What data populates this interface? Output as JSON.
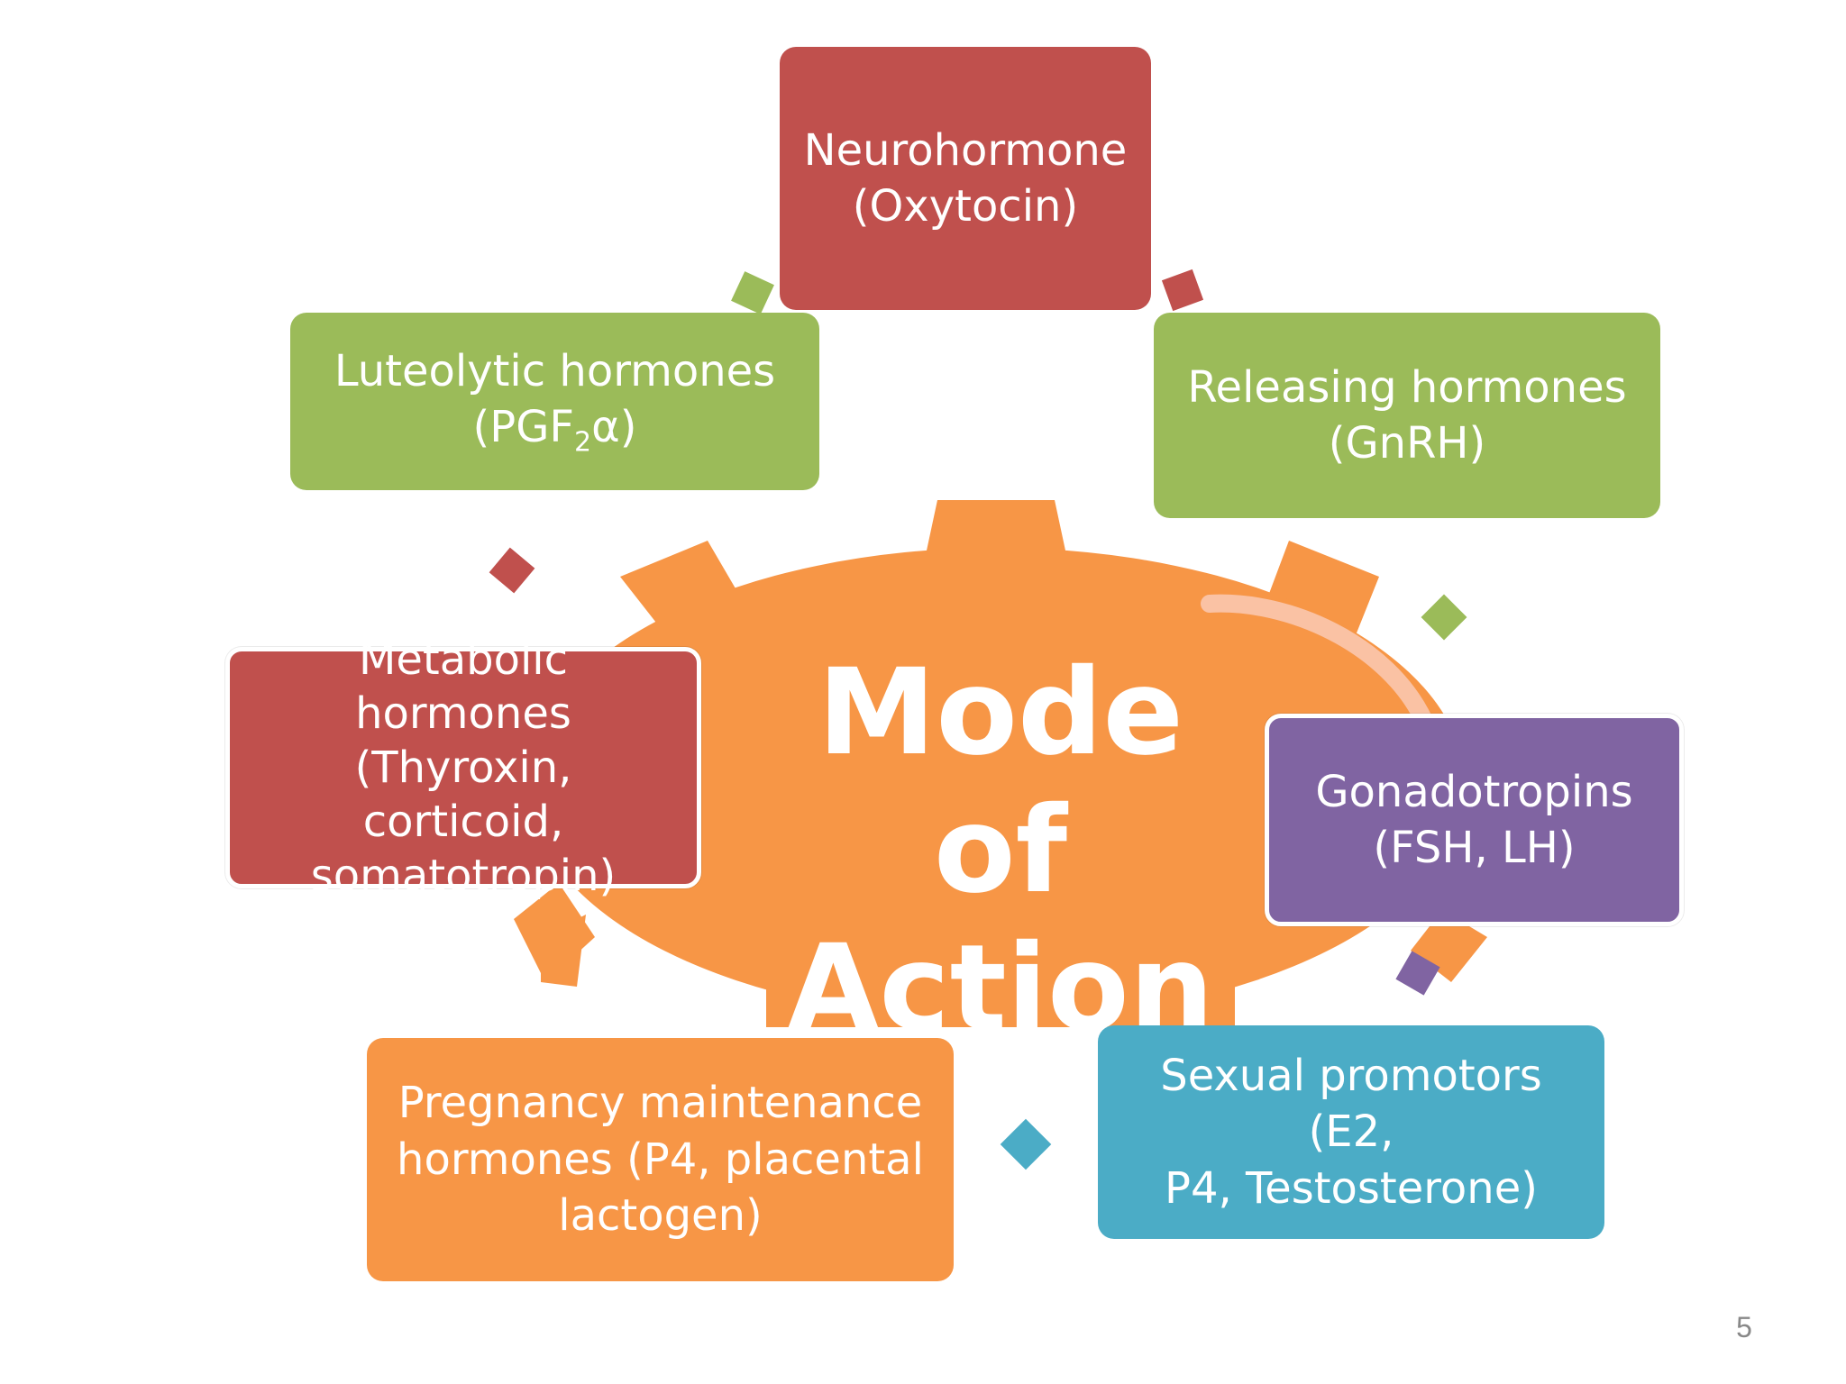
{
  "center": {
    "line1": "Mode of",
    "line2": "Action"
  },
  "boxes": {
    "neurohormone": {
      "line1": "Neurohormone",
      "line2": "(Oxytocin)"
    },
    "releasing": {
      "line1": "Releasing hormones",
      "line2": "(GnRH)"
    },
    "luteolytic": {
      "line1": "Luteolytic hormones",
      "line2_prefix": "(PGF",
      "line2_sub": "2",
      "line2_suffix": "α)"
    },
    "metabolic": {
      "line1": "Metabolic",
      "line2": "hormones",
      "line3": "(Thyroxin, corticoid,",
      "line4": "somatotropin)"
    },
    "gonadotropins": {
      "line1": "Gonadotropins",
      "line2": "(FSH, LH)"
    },
    "pregnancy": {
      "line1": "Pregnancy maintenance",
      "line2": "hormones (P4, placental",
      "line3": "lactogen)"
    },
    "sexual": {
      "line1": "Sexual promotors (E2,",
      "line2": "P4, Testosterone)"
    }
  },
  "page_number": "5",
  "colors": {
    "red": "#C0504D",
    "green": "#9BBB59",
    "purple": "#8064A2",
    "orange": "#F79646",
    "teal": "#4BACC6",
    "gear": "#F79646",
    "arc": "#F9C7AE"
  }
}
